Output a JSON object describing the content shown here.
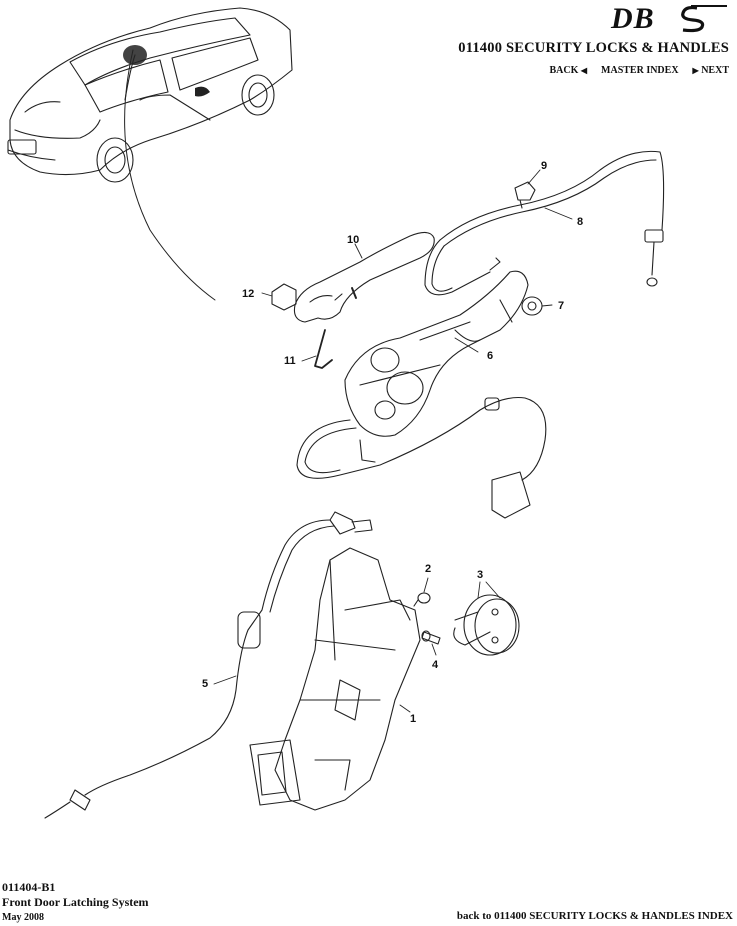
{
  "header": {
    "brand": "DBS",
    "section_title": "011400 SECURITY LOCKS & HANDLES",
    "nav": {
      "back": "BACK",
      "master_index": "MASTER INDEX",
      "next": "NEXT"
    }
  },
  "diagram": {
    "callouts": [
      "1",
      "2",
      "3",
      "4",
      "5",
      "6",
      "7",
      "8",
      "9",
      "10",
      "11",
      "12"
    ]
  },
  "footer": {
    "diagram_id": "011404-B1",
    "title": "Front Door Latching System",
    "date": "May 2008",
    "back_link": "back to 011400 SECURITY LOCKS & HANDLES INDEX"
  }
}
